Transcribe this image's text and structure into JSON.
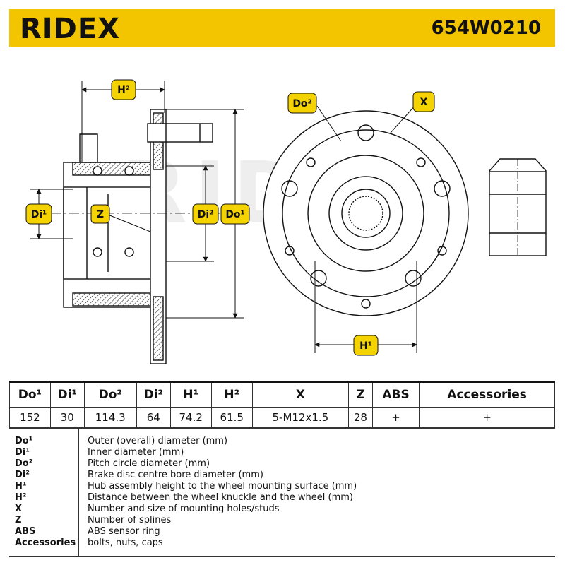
{
  "header": {
    "brand": "RIDEX",
    "part_number": "654W0210"
  },
  "labels": {
    "do1": "Do¹",
    "di1": "Di¹",
    "do2": "Do²",
    "di2": "Di²",
    "h1": "H¹",
    "h2": "H²",
    "x": "X",
    "z": "Z"
  },
  "watermark": "RIDEX",
  "colors": {
    "brand_yellow": "#f3c400",
    "label_yellow": "#f5d300"
  },
  "specs": {
    "headers": [
      "Do¹",
      "Di¹",
      "Do²",
      "Di²",
      "H¹",
      "H²",
      "X",
      "Z",
      "ABS",
      "Accessories"
    ],
    "values": [
      "152",
      "30",
      "114.3",
      "64",
      "74.2",
      "61.5",
      "5-M12x1.5",
      "28",
      "+",
      "+"
    ]
  },
  "legend": [
    {
      "code": "Do¹",
      "desc": "Outer (overall) diameter (mm)"
    },
    {
      "code": "Di¹",
      "desc": "Inner diameter (mm)"
    },
    {
      "code": "Do²",
      "desc": "Pitch circle diameter (mm)"
    },
    {
      "code": "Di²",
      "desc": "Brake disc centre bore diameter (mm)"
    },
    {
      "code": "H¹",
      "desc": "Hub assembly height to the wheel mounting surface (mm)"
    },
    {
      "code": "H²",
      "desc": "Distance between the wheel knuckle and the wheel (mm)"
    },
    {
      "code": "X",
      "desc": "Number and size of mounting holes/studs"
    },
    {
      "code": "Z",
      "desc": "Number of splines"
    },
    {
      "code": "ABS",
      "desc": "ABS sensor ring"
    },
    {
      "code": "Accessories",
      "desc": "bolts, nuts, caps"
    }
  ]
}
